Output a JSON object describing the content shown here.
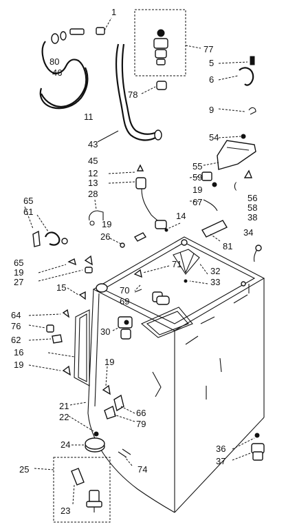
{
  "labels": {
    "l1": "1",
    "l80": "80",
    "l46": "46",
    "l11": "11",
    "l43": "43",
    "l77": "77",
    "l78": "78",
    "l5": "5",
    "l6": "6",
    "l9": "9",
    "l54": "54",
    "l55": "55",
    "l59": "59",
    "l19a": "19",
    "l67": "67",
    "l56": "56",
    "l58": "58",
    "l38": "38",
    "l45": "45",
    "l12": "12",
    "l13": "13",
    "l28": "28",
    "l65a": "65",
    "l61": "61",
    "l19b": "19",
    "l26": "26",
    "l14": "14",
    "l81": "81",
    "l34": "34",
    "l65b": "65",
    "l19c": "19",
    "l27": "27",
    "l71": "71",
    "l32": "32",
    "l33": "33",
    "l15": "15",
    "l70": "70",
    "l69": "69",
    "l64": "64",
    "l76": "76",
    "l62": "62",
    "l30": "30",
    "l16": "16",
    "l19d": "19",
    "l19e": "19",
    "l21": "21",
    "l22": "22",
    "l66": "66",
    "l79": "79",
    "l24": "24",
    "l25": "25",
    "l74": "74",
    "l23": "23",
    "l36": "36",
    "l37": "37"
  }
}
